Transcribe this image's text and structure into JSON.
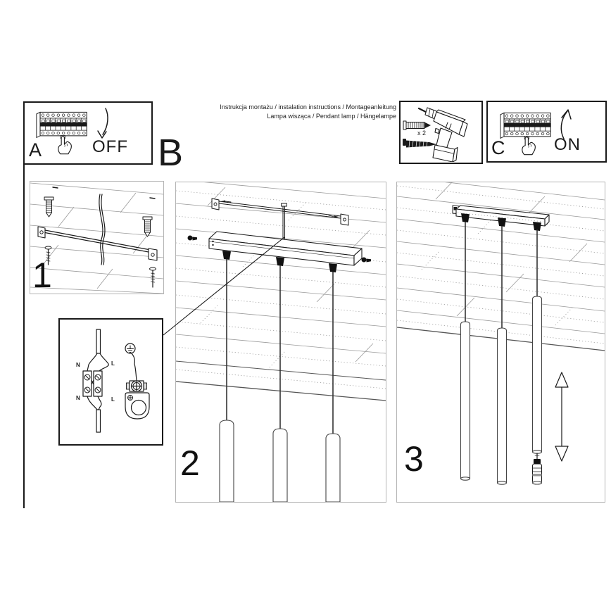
{
  "header": {
    "line1": "Instrukcja montażu / instalation instructions / Montageanleitung",
    "line2": "Lampa wisząca / Pendant lamp / Hängelampe"
  },
  "step_a": {
    "label": "A",
    "state": "OFF"
  },
  "step_b": {
    "label": "B"
  },
  "step_c": {
    "label": "C",
    "state": "ON"
  },
  "tools": {
    "anchor_qty": "x 2"
  },
  "panel1": {
    "number": "1"
  },
  "panel2": {
    "number": "2"
  },
  "panel3": {
    "number": "3"
  },
  "wiring": {
    "n_top": "N",
    "l_top": "L",
    "n_bottom": "N",
    "l_bottom": "L"
  },
  "icons": {
    "breaker": "circuit-breaker-panel",
    "hand": "pointing-hand",
    "arrow_off": "curved-arrow-down",
    "arrow_on": "curved-arrow-up",
    "drill": "power-drill",
    "anchor": "wall-plug-anchor",
    "screw": "mounting-screw",
    "ground": "earth-ground-symbol",
    "adjust": "up-down-arrow"
  },
  "colors": {
    "ink": "#1a1a1a",
    "panel_border": "#b5b5b5",
    "plank": "#999999"
  }
}
